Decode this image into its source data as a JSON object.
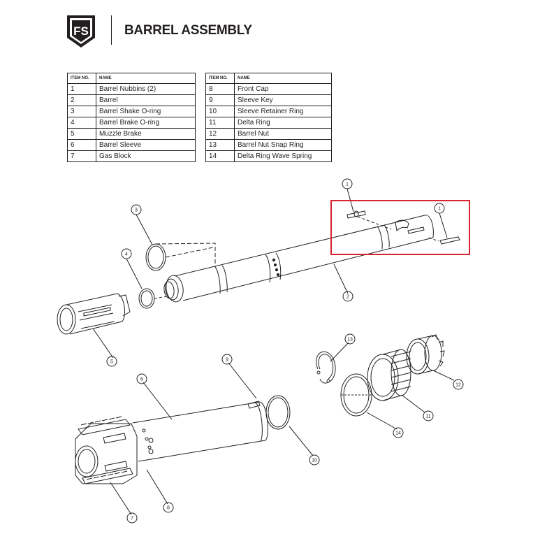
{
  "header": {
    "logo_text": "FS",
    "title": "BARREL ASSEMBLY"
  },
  "parts_table_left": {
    "col_item": "ITEM NO.",
    "col_name": "NAME",
    "rows": [
      {
        "no": "1",
        "name": "Barrel Nubbins (2)"
      },
      {
        "no": "2",
        "name": "Barrel"
      },
      {
        "no": "3",
        "name": "Barrel Shake O-ring"
      },
      {
        "no": "4",
        "name": "Barrel Brake O-ring"
      },
      {
        "no": "5",
        "name": "Muzzle Brake"
      },
      {
        "no": "6",
        "name": "Barrel Sleeve"
      },
      {
        "no": "7",
        "name": "Gas Block"
      }
    ]
  },
  "parts_table_right": {
    "col_item": "ITEM NO.",
    "col_name": "NAME",
    "rows": [
      {
        "no": "8",
        "name": "Front Cap"
      },
      {
        "no": "9",
        "name": "Sleeve Key"
      },
      {
        "no": "10",
        "name": "Sleeve Retainer Ring"
      },
      {
        "no": "11",
        "name": "Delta Ring"
      },
      {
        "no": "12",
        "name": "Barrel Nut"
      },
      {
        "no": "13",
        "name": "Barrel Nut Snap Ring"
      },
      {
        "no": "14",
        "name": "Delta Ring Wave Spring"
      }
    ]
  },
  "callouts": [
    "1",
    "1",
    "3",
    "4",
    "2",
    "5",
    "13",
    "12",
    "11",
    "14",
    "9",
    "6",
    "10",
    "8",
    "7"
  ],
  "colors": {
    "ink": "#231f20",
    "highlight_box": "#d9232e"
  }
}
